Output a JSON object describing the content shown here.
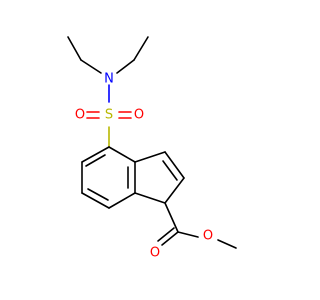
{
  "molecule": {
    "atoms": {
      "nitrogen": "N",
      "sulfur": "S",
      "sulfonyl_oxygen_left": "O",
      "sulfonyl_oxygen_right": "O",
      "carbonyl_oxygen": "O",
      "ester_oxygen": "O"
    },
    "colors": {
      "bond": "#000000",
      "nitrogen": "#0000ff",
      "sulfur": "#b8b800",
      "oxygen": "#ff0000"
    }
  }
}
